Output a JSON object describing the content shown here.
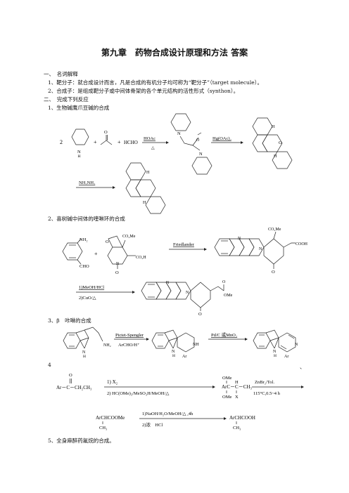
{
  "title": "第九章　药物合成设计原理和方法 答案",
  "sections": {
    "s1": "一、　名词解释",
    "s1_1": "1、靶分子：就合成设计而言，凡是合成的有机分子均可称为“靶分子”（target molecule）。",
    "s1_2": "2、合成子：是组成靶分子或中间体骨架的各个单元结构的活性形式（synthon）。",
    "s2": "二、　完成下列反应",
    "q1": "1、生物碱鹰爪豆碱的合成",
    "q2": "2、喜树碱中间体的喹啉环的合成",
    "q3": "3、β　咔啉的合成",
    "q4": "4",
    "q4_tail": "、",
    "q5": "5、全身麻醉药氟烷的合成。"
  },
  "r1": {
    "coef": "2",
    "plus1": "+",
    "plus2": "+",
    "hcho": "HCHO",
    "cond_top": "HOAc",
    "cond_bottom": "△",
    "cond2": "Hg(OAc)₂",
    "cond3": "NH₂NH₂",
    "nh": "N",
    "h": "H",
    "o": "O",
    "n_label": "N"
  },
  "r2": {
    "plus": "+",
    "cond": "Friedlander",
    "cond2_top": "1)MeOH/HCl",
    "cond2_bottom": "2)CuO/△",
    "nh2": "NH₂",
    "cho": "CHO",
    "co2me": "CO₂Me",
    "co2h": "CO₂H",
    "cooh": "COOH",
    "ome": "OMe",
    "o": "O",
    "n": "N"
  },
  "r3": {
    "cond_top": "Pictet-Spengler",
    "cond_bottom": "ArCHO/H⁺",
    "cond2": "Pd/C 或MnO₂",
    "nh2": "NH₂",
    "nh": "NH",
    "n": "N",
    "h": "H",
    "ar": "Ar"
  },
  "r4": {
    "start": "Ar－C－CH₂CH₃",
    "o": "O",
    "step1": "1) X₂",
    "step2": "2) HC(OMe)₃/MeSO₃H/MeOH/△",
    "mid": "ArC－C－CH₃",
    "ome_top": "OMe",
    "ome_bottom": "OMe",
    "h": "H",
    "x": "X",
    "cond3_top": "ZnBr₂/Tol.",
    "cond3_bottom": "115°C,0.5~4 h",
    "ester": "ArCHCOOMe",
    "ch3": "CH₃",
    "cond4_top": "1)NaOH/H₂O/MeOH/△ ,4h",
    "cond4_bottom": "2)浓　HCl",
    "acid": "ArCHCOOH"
  }
}
